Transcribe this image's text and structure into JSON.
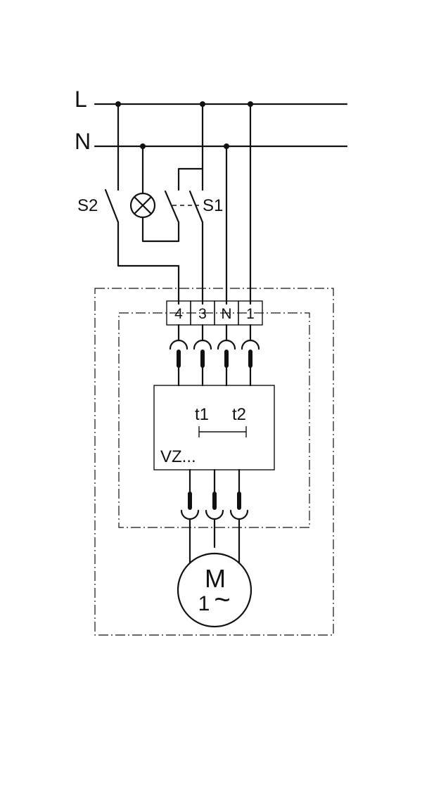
{
  "lines": {
    "L": "L",
    "N": "N"
  },
  "switches": {
    "s1": "S1",
    "s2": "S2"
  },
  "terminals": [
    "4",
    "3",
    "N",
    "1"
  ],
  "controller": {
    "t1": "t1",
    "t2": "t2",
    "model": "VZ..."
  },
  "motor": {
    "letter": "M",
    "phase": "1",
    "symbol": "~"
  }
}
